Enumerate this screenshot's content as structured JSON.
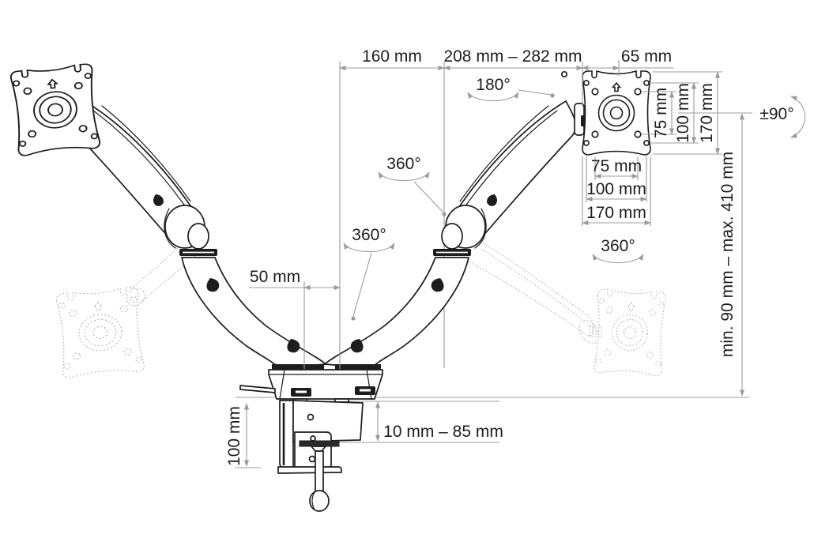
{
  "drawing": {
    "dimensions": {
      "arm_left_reach": "160 mm",
      "arm_right_reach": "208 mm – 282 mm",
      "head_offset": "65 mm",
      "vesa_vertical": [
        "75 mm",
        "100 mm",
        "170 mm"
      ],
      "vesa_horizontal": [
        "75 mm",
        "100 mm",
        "170 mm"
      ],
      "center_offset": "50 mm",
      "clamp_height": "100 mm",
      "clamp_range": "10 mm – 85 mm",
      "height_range": "min. 90 mm – max. 410 mm"
    },
    "rotations": {
      "head_tilt": "180°",
      "arm_swivel_upper": "360°",
      "arm_swivel_lower": "360°",
      "head_swivel": "360°",
      "head_side_tilt": "±90°"
    },
    "colors": {
      "linework": "#1d1d1b",
      "dimension": "#9c9c9c",
      "ghost": "#b3b3b3",
      "background": "#ffffff"
    }
  }
}
